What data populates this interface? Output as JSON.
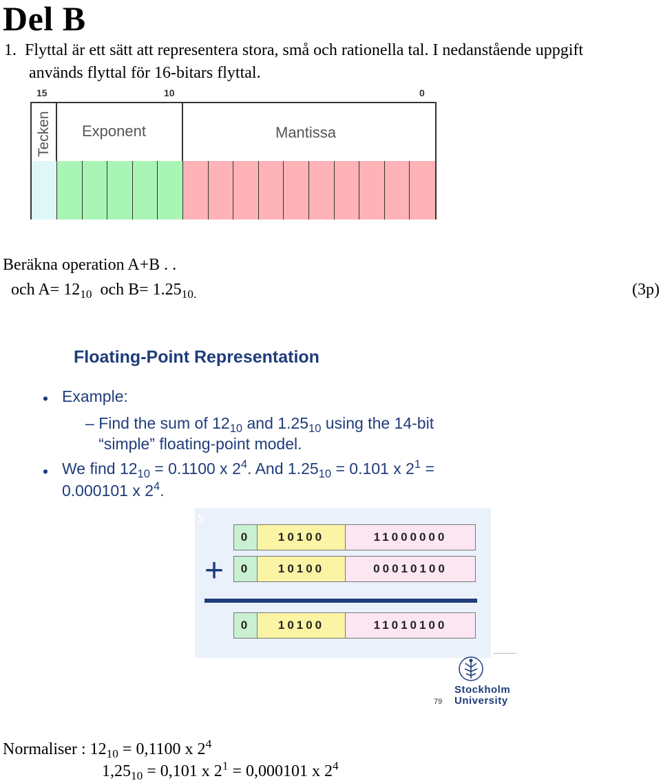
{
  "heading": "Del B",
  "question": {
    "number": "1.",
    "line1": "Flyttal är ett sätt att representera stora, små och rationella tal. I nedanstående uppgift",
    "line2": "används flyttal för 16-bitars flyttal."
  },
  "bit_diagram": {
    "bit_positions": [
      "15",
      "10",
      "0"
    ],
    "labels": {
      "sign": "Tecken",
      "exponent": "Exponent",
      "mantissa": "Mantissa"
    },
    "colors": {
      "sign": "#dff7f7",
      "exponent": "#a9f5b5",
      "mantissa": "#fdb3b7"
    },
    "exponent_bits": 5,
    "mantissa_bits": 10
  },
  "task": {
    "line1": "Beräkna operation A+B . .",
    "line2_pre": "och  A= 12",
    "a_sub": "10",
    "line2_mid": "och B= 1.25",
    "b_sub": "10",
    "line2_end": ".",
    "points": "(3p)"
  },
  "slide": {
    "title": "Floating-Point Representation",
    "bullet1": "Example:",
    "sub_a": "Find the sum of 12",
    "sub_a_s1": "10",
    "sub_a_mid": " and 1.25",
    "sub_a_s2": "10",
    "sub_a_end": " using the 14-bit",
    "sub_b": "“simple” floating-point model.",
    "b2_pre": "We find 12",
    "b2_s1": "10",
    "b2_mid1": " = 0.1100 x 2",
    "b2_p1": "4",
    "b2_mid2": ".  And 1.25",
    "b2_s2": "10",
    "b2_mid3": " = 0.101 x 2",
    "b2_p2": "1",
    "b2_end": " =",
    "b2_line2": "0.000101 x 2",
    "b2_line2_p": "4",
    "b2_line2_end": ".",
    "registers": [
      {
        "sign": "0",
        "exponent": "10100",
        "mantissa": "11000000"
      },
      {
        "sign": "0",
        "exponent": "10100",
        "mantissa": "00010100"
      },
      {
        "sign": "0",
        "exponent": "10100",
        "mantissa": "11010100"
      }
    ],
    "operator": "+",
    "slide_number": "79",
    "university_line1": "Stockholm",
    "university_line2": "University"
  },
  "normalise": {
    "label": "Normaliser : ",
    "l1_a": "12",
    "l1_a_sub": "10",
    "l1_b": " = 0,1100 x 2",
    "l1_b_sup": "4",
    "l2_a": "1,25",
    "l2_a_sub": "10",
    "l2_b": " = 0,101 x 2",
    "l2_b_sup": "1",
    "l2_c": " = 0,000101 x 2",
    "l2_c_sup": "4"
  }
}
